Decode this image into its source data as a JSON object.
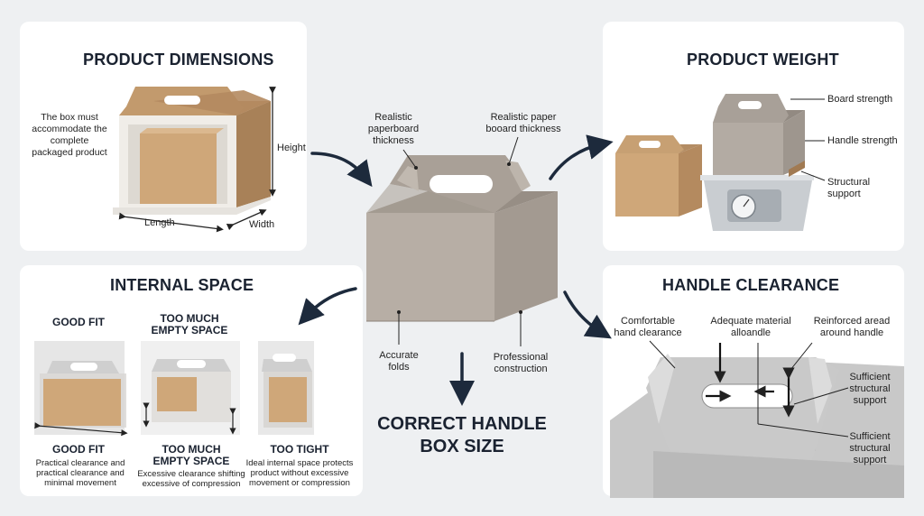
{
  "dimensions": {
    "title": "PRODUCT DIMENSIONS",
    "note": "The box must\naccommodate the complete\npackaged product",
    "height": "Height",
    "length": "Length",
    "width": "Width"
  },
  "weight": {
    "title": "PRODUCT WEIGHT",
    "board_strength": "Board strength",
    "handle_strength": "Handle strength",
    "structural_support": "Structural\nsupport"
  },
  "center": {
    "paperboard_left": "Realistic\npaperboard\nthickness",
    "paperboard_right": "Realistic paper\nbooard thickness",
    "folds": "Accurate\nfolds",
    "construction": "Professional\nconstruction",
    "title": "CORRECT HANDLE\nBOX SIZE"
  },
  "internal": {
    "title": "INTERNAL SPACE",
    "good_fit_top": "GOOD FIT",
    "too_much_top": "TOO MUCH\nEMPTY SPACE",
    "good_fit": "GOOD FIT",
    "good_fit_desc": "Practical clearance and\npractical clearance and\nminimal movement",
    "too_much": "TOO MUCH\nEMPTY SPACE",
    "too_much_desc": "Excessive clearance shifting\nexcessive of compression",
    "too_tight": "TOO TIGHT",
    "too_tight_desc": "Ideal internal space protects\nproduct without excessive\nmovement or compression"
  },
  "handle": {
    "title": "HANDLE CLEARANCE",
    "comfortable": "Comfortable\nhand clearance",
    "adequate": "Adequate material\nalloandle",
    "reinforced": "Reinforced aread\naround handle",
    "sufficient_1": "Sufficient\nstructural\nsupport",
    "sufficient_2": "Sufficient\nstructural\nsupport"
  },
  "colors": {
    "kraft": "#c9a57c",
    "grey_board": "#b5aca3",
    "navy_arrow": "#1d2a3c"
  }
}
